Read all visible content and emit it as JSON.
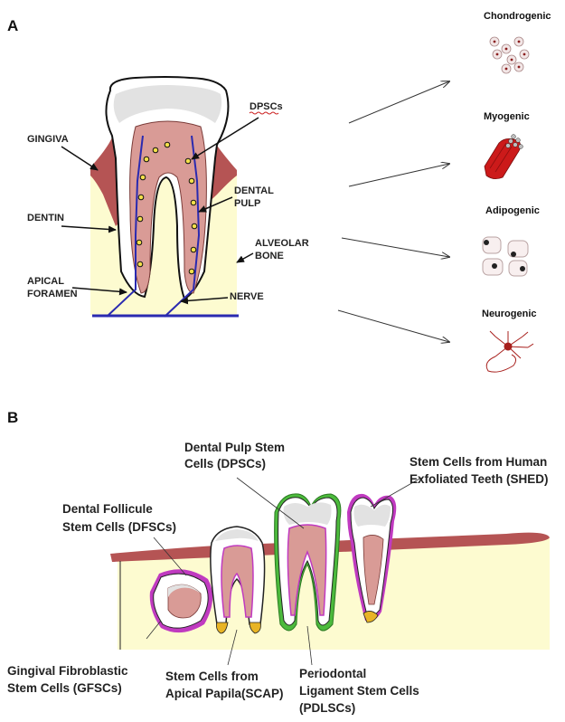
{
  "panels": {
    "a": "A",
    "b": "B"
  },
  "panel_a": {
    "labels": {
      "gingiva": "GINGIVA",
      "dentin": "DENTIN",
      "apical_foramen_1": "APICAL",
      "apical_foramen_2": "FORAMEN",
      "dpscs": "DPSCs",
      "dental_pulp_1": "DENTAL",
      "dental_pulp_2": "PULP",
      "alveolar_bone_1": "ALVEOLAR",
      "alveolar_bone_2": "BONE",
      "nerve": "NERVE"
    },
    "differentiation": {
      "chondrogenic": "Chondrogenic",
      "myogenic": "Myogenic",
      "adipogenic": "Adipogenic",
      "neurogenic": "Neurogenic"
    }
  },
  "panel_b": {
    "dpscs_1": "Dental Pulp Stem",
    "dpscs_2": "Cells (DPSCs)",
    "shed_1": "Stem Cells from Human",
    "shed_2": "Exfoliated Teeth (SHED)",
    "dfscs_1": "Dental  Follicule",
    "dfscs_2": "Stem Cells (DFSCs)",
    "gfscs_1": "Gingival Fibroblastic",
    "gfscs_2": "Stem Cells (GFSCs)",
    "scap_1": "Stem Cells from",
    "scap_2": "Apical Papila(SCAP)",
    "pdlscs_1": "Periodontal",
    "pdlscs_2": "Ligament Stem Cells",
    "pdlscs_3": "(PDLSCs)"
  },
  "colors": {
    "bone": "#fdfbd0",
    "gum": "#b55454",
    "pulp": "#d99b96",
    "enamel": "#e2e2e2",
    "nerve": "#2a2ab0",
    "stem_cell": "#f4e04a",
    "muscle": "#cc1a1a",
    "neuron": "#a8201d",
    "apex": "#e8b425",
    "ligament": "#4cba3c",
    "follicle": "#c03ac0"
  }
}
